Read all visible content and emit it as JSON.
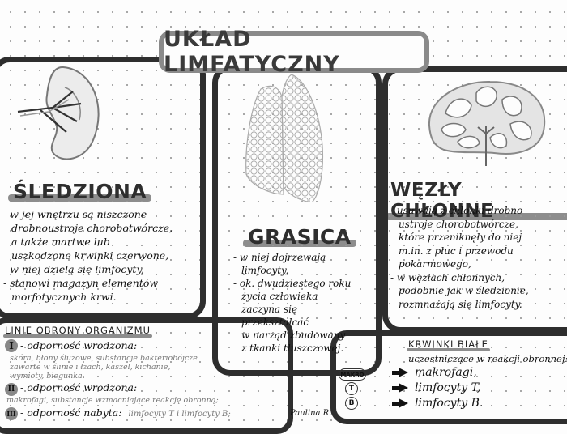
{
  "title": "UKŁAD LIMFATYCZNY",
  "colors": {
    "ink": "#111111",
    "frame": "#2e2e2e",
    "highlight": "#8d8d8d",
    "paper": "#fdfdfd"
  },
  "sections": {
    "spleen": {
      "heading": "ŚLEDZIONA",
      "illustration": "spleen-drawing",
      "lines": [
        "- w jej wnętrzu są niszczone",
        "drobnoustroje chorobotwórcze,",
        "a także martwe lub",
        "uszkodzone krwinki czerwone,",
        "- w niej dzielą się limfocyty,",
        "- stanowi magazyn elementów",
        "morfotycznych krwi."
      ]
    },
    "thymus": {
      "heading": "GRASICA",
      "illustration": "thymus-drawing",
      "lines": [
        "- w niej dojrzewają",
        "limfocyty,",
        "- ok. dwudziestego roku",
        "życia człowieka",
        "zaczyna się",
        "przekształcać",
        "w narząd zbudowany",
        "z tkanki tłuszczowej."
      ]
    },
    "lymph_nodes": {
      "heading": "WĘZŁY CHŁONNE",
      "illustration": "lymph-node-drawing",
      "lines": [
        "- usuwają z chłonki drobno-",
        "ustroje chorobotwórcze,",
        "które przeniknęły do niej",
        "m.in. z płuc i przewodu",
        "pokarmowego,",
        "- w węzłach chłonnych,",
        "podobnie jak w śledzionie,",
        "rozmnażają się limfocyty."
      ]
    },
    "defense_lines": {
      "heading": "LINIE OBRONY ORGANIZMU",
      "items": [
        {
          "numeral": "I",
          "label": "- odporność wrodzona:",
          "detail": [
            "skóra, błony śluzowe, substancje bakteriobójcze",
            "zawarte w ślinie i łzach, kaszel, kichanie,",
            "wymioty, biegunka."
          ]
        },
        {
          "numeral": "II",
          "label": "- odporność wrodzona:",
          "detail": [
            "makrofagi, substancje wzmacniające reakcję obronną;"
          ]
        },
        {
          "numeral": "III",
          "label": "- odporność nabyta:",
          "detail": [
            "limfocyty T i limfocyty B;"
          ]
        }
      ]
    },
    "white_cells": {
      "heading": "KRWINKI BIAŁE",
      "intro": "uczestniczące w reakcji obronnej:",
      "items": [
        {
          "badge": "MAKRO",
          "text": "makrofagi,"
        },
        {
          "badge": "T",
          "text": "limfocyty T,"
        },
        {
          "badge": "B",
          "text": "limfocyty B."
        }
      ]
    }
  },
  "signature": "Paulina R."
}
